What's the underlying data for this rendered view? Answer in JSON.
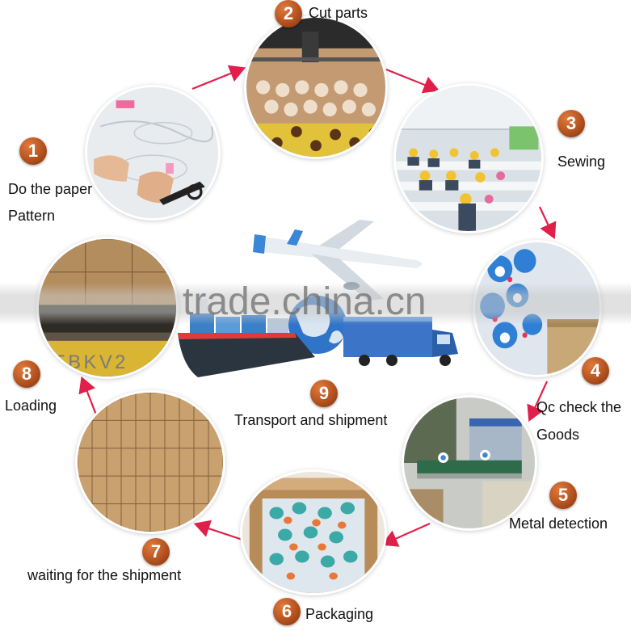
{
  "steps": [
    {
      "number": "1",
      "label_line1": "Do the paper",
      "label_line2": "Pattern"
    },
    {
      "number": "2",
      "label": "Cut parts"
    },
    {
      "number": "3",
      "label": "Sewing"
    },
    {
      "number": "4",
      "label_line1": "Qc  check the",
      "label_line2": "Goods"
    },
    {
      "number": "5",
      "label": "Metal detection"
    },
    {
      "number": "6",
      "label": "Packaging"
    },
    {
      "number": "7",
      "label": "waiting for the shipment"
    },
    {
      "number": "8",
      "label": "Loading"
    },
    {
      "number": "9",
      "label": "Transport and shipment"
    }
  ],
  "watermark": "trade.china.cn",
  "colors": {
    "arrow": "#e0204a",
    "badge": "#b4521f"
  }
}
